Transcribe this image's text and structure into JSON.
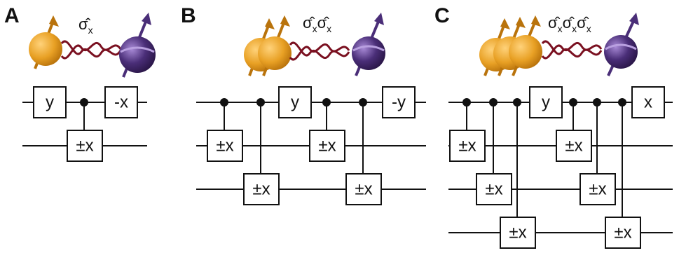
{
  "colors": {
    "ancilla": "#e8a024",
    "ancilla_dark": "#b9730c",
    "target": "#4a2e78",
    "target_light": "#8a6bbd",
    "entangle": "#7a1020",
    "wire": "#111111"
  },
  "panels": [
    {
      "label": "A",
      "operator": {
        "symbols": [
          "σ̂"
        ],
        "subscripts": [
          "x"
        ]
      },
      "gates": [
        {
          "text": "y"
        },
        {
          "text": "±x"
        },
        {
          "text": "-x"
        }
      ]
    },
    {
      "label": "B",
      "operator": {
        "symbols": [
          "σ̂",
          "σ̂"
        ],
        "subscripts": [
          "x",
          "x"
        ]
      },
      "gates": [
        {
          "text": "±x"
        },
        {
          "text": "±x"
        },
        {
          "text": "y"
        },
        {
          "text": "±x"
        },
        {
          "text": "±x"
        },
        {
          "text": "-y"
        }
      ]
    },
    {
      "label": "C",
      "operator": {
        "symbols": [
          "σ̂",
          "σ̂",
          "σ̂"
        ],
        "subscripts": [
          "x",
          "x",
          "x"
        ]
      },
      "gates": [
        {
          "text": "±x"
        },
        {
          "text": "±x"
        },
        {
          "text": "±x"
        },
        {
          "text": "y"
        },
        {
          "text": "±x"
        },
        {
          "text": "±x"
        },
        {
          "text": "±x"
        },
        {
          "text": "x"
        }
      ]
    }
  ]
}
